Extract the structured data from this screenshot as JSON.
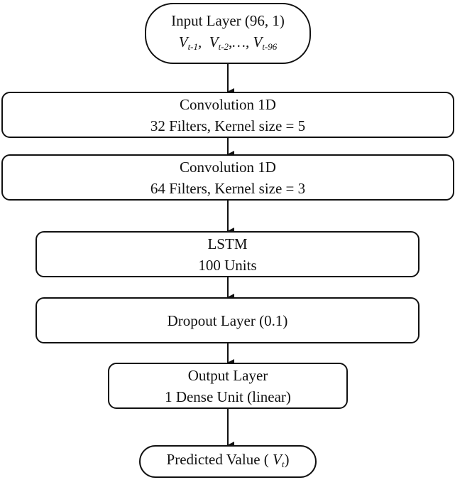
{
  "nodes": {
    "input": {
      "line1": "Input Layer (96, 1)",
      "v1": {
        "base": "V",
        "sub": "t-1"
      },
      "v1_sep": ",  ",
      "v2": {
        "base": "V",
        "sub": "t-2"
      },
      "v2_sep": ",…, ",
      "v3": {
        "base": "V",
        "sub": "t-96"
      }
    },
    "conv1": {
      "line1": "Convolution 1D",
      "line2": "32 Filters, Kernel size = 5"
    },
    "conv2": {
      "line1": "Convolution 1D",
      "line2": "64 Filters, Kernel size = 3"
    },
    "lstm": {
      "line1": "LSTM",
      "line2": "100 Units"
    },
    "dropout": {
      "line1": "Dropout Layer (0.1)"
    },
    "output": {
      "line1": "Output Layer",
      "line2": "1 Dense Unit (linear)"
    },
    "predicted": {
      "prefix": "Predicted Value ( ",
      "var": {
        "base": "V",
        "sub": "t"
      },
      "suffix": ")"
    }
  },
  "colors": {
    "stroke": "#111111",
    "background": "#ffffff"
  }
}
